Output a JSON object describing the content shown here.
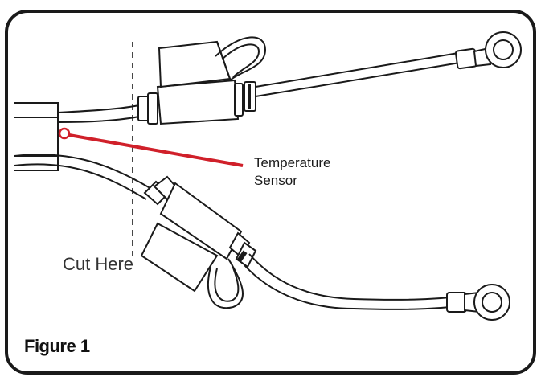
{
  "labels": {
    "sensor_line1": "Temperature",
    "sensor_line2": "Sensor",
    "cut": "Cut Here",
    "caption": "Figure 1"
  },
  "colors": {
    "frame": "#1a1a1a",
    "wire": "#1a1a1a",
    "sensor": "#d0202a"
  },
  "icons": [
    "fuse-holder-icon",
    "ring-terminal-icon",
    "temperature-sensor-icon",
    "cut-line-icon"
  ]
}
